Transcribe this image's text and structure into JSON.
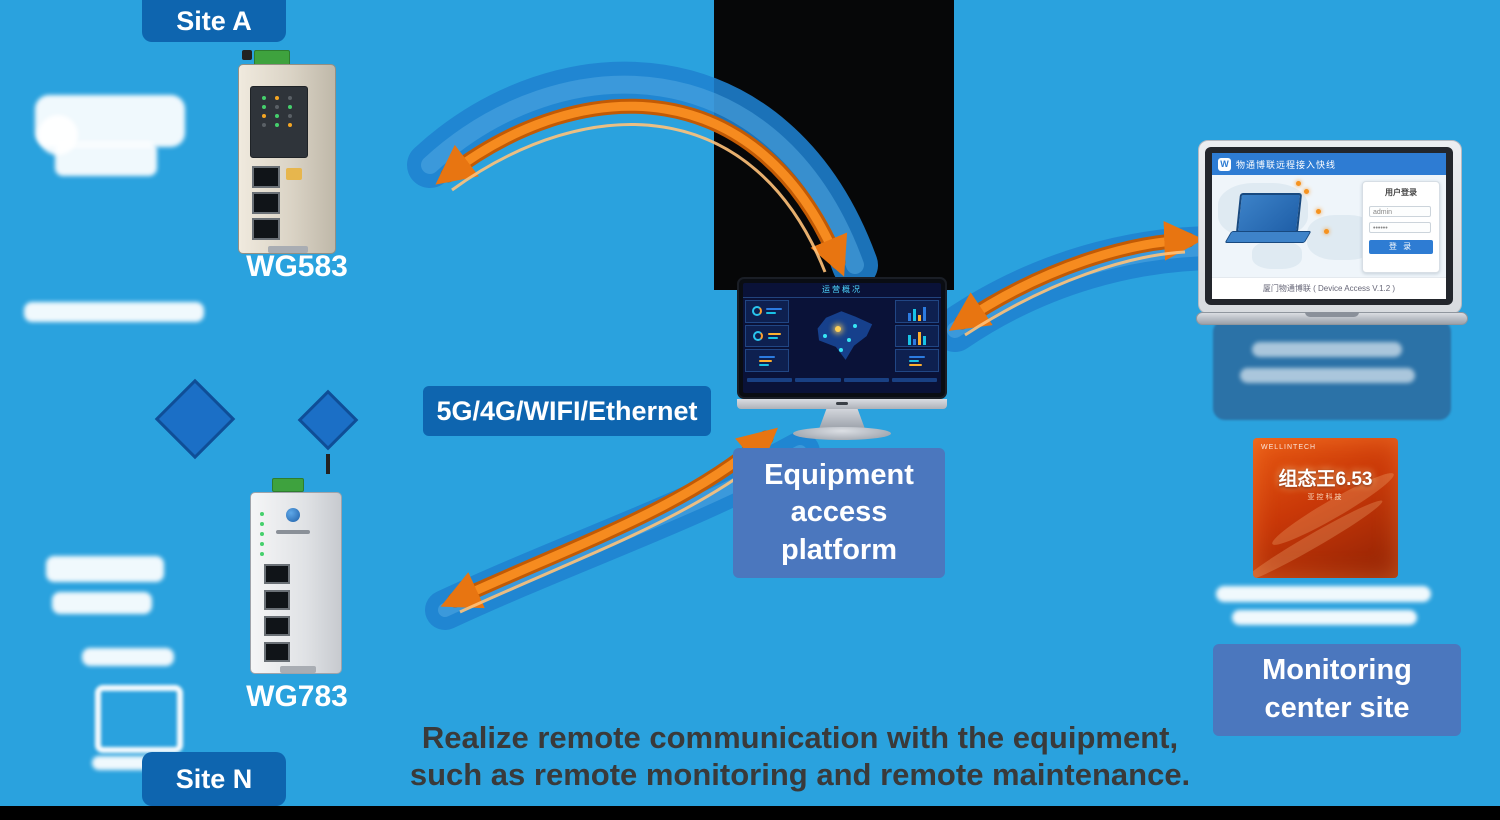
{
  "colors": {
    "background": "#2AA2DE",
    "label_blue": "#0E65AF",
    "panel_blue": "#4B77BE",
    "arrow_orange": "#F68B1F",
    "ribbon_blue": "#1F82D0",
    "kingview_red": "#C33409"
  },
  "labels": {
    "site_a": "Site A",
    "site_n": "Site N",
    "wg583": "WG583",
    "wg783": "WG783",
    "network": "5G/4G/WIFI/Ethernet",
    "platform": "Equipment access platform",
    "monitoring": "Monitoring center site"
  },
  "caption": {
    "line1": "Realize remote communication with the equipment,",
    "line2": "such as remote monitoring and remote maintenance."
  },
  "dashboard": {
    "title": "运营概况"
  },
  "laptop": {
    "logo": "W",
    "header": "物通博联远程接入快线",
    "login_title": "用户登录",
    "username": "admin",
    "password": "••••••",
    "login_button": "登 录",
    "footer": "厦门物通博联 ( Device Access V.1.2 )"
  },
  "kingview": {
    "brand": "WELLINTECH",
    "title": "组态王6.53",
    "subtitle": "亚控科技"
  }
}
